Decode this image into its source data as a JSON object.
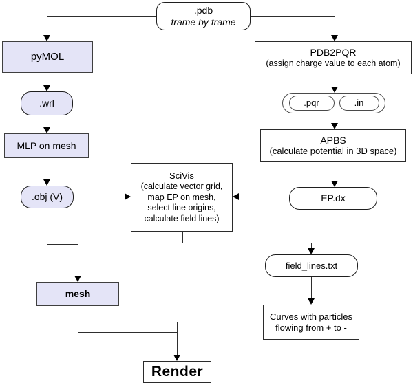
{
  "diagram": {
    "nodes": {
      "pdb": {
        "line1": ".pdb",
        "line2": "frame by frame"
      },
      "pymol": {
        "label": "pyMOL"
      },
      "wrl": {
        "label": ".wrl"
      },
      "mlp": {
        "label": "MLP on mesh"
      },
      "obj": {
        "label": ".obj (V)"
      },
      "mesh": {
        "label": "mesh"
      },
      "pdb2pqr": {
        "title": "PDB2PQR",
        "subtitle": "(assign charge value to each atom)"
      },
      "pqr": {
        "label": ".pqr"
      },
      "infile": {
        "label": ".in"
      },
      "apbs": {
        "title": "APBS",
        "subtitle": "(calculate potential in 3D space)"
      },
      "epdx": {
        "label": "EP.dx"
      },
      "scivis": {
        "title": "SciVis",
        "lines": [
          "(calculate vector grid,",
          "map EP on mesh,",
          "select line origins,",
          "calculate field lines)"
        ]
      },
      "field_lines": {
        "label": "field_lines.txt"
      },
      "curves": {
        "line1": "Curves with particles",
        "line2": "flowing from + to -"
      },
      "render": {
        "label": "Render"
      }
    },
    "colors": {
      "background": "#ffffff",
      "process_fill": "#e4e4f7",
      "file_fill": "#ffffff",
      "border": "#2b2b2b",
      "connector": "#2e2e2e",
      "arrowhead": "#000000",
      "text": "#000000"
    }
  }
}
